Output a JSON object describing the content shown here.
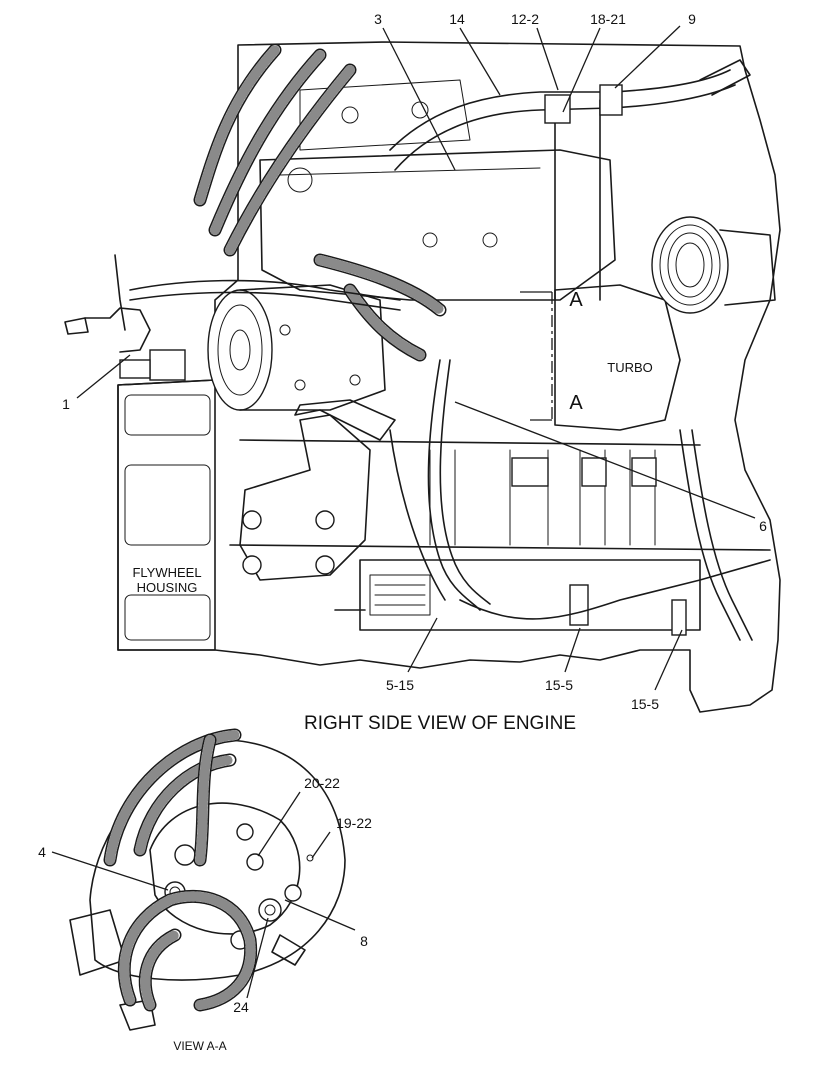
{
  "diagram": {
    "title": "RIGHT SIDE VIEW OF ENGINE",
    "view_label": "VIEW A-A",
    "component_labels": {
      "flywheel_housing_line1": "FLYWHEEL",
      "flywheel_housing_line2": "HOUSING",
      "turbo": "TURBO"
    },
    "section_marks": [
      "A",
      "A"
    ],
    "callouts": {
      "c1": "1",
      "c3": "3",
      "c14": "14",
      "c12_2": "12-2",
      "c18_21": "18-21",
      "c9": "9",
      "c6": "6",
      "c5_15": "5-15",
      "c15_5a": "15-5",
      "c15_5b": "15-5",
      "c20_22": "20-22",
      "c19_22": "19-22",
      "c4": "4",
      "c8": "8",
      "c24": "24"
    }
  }
}
